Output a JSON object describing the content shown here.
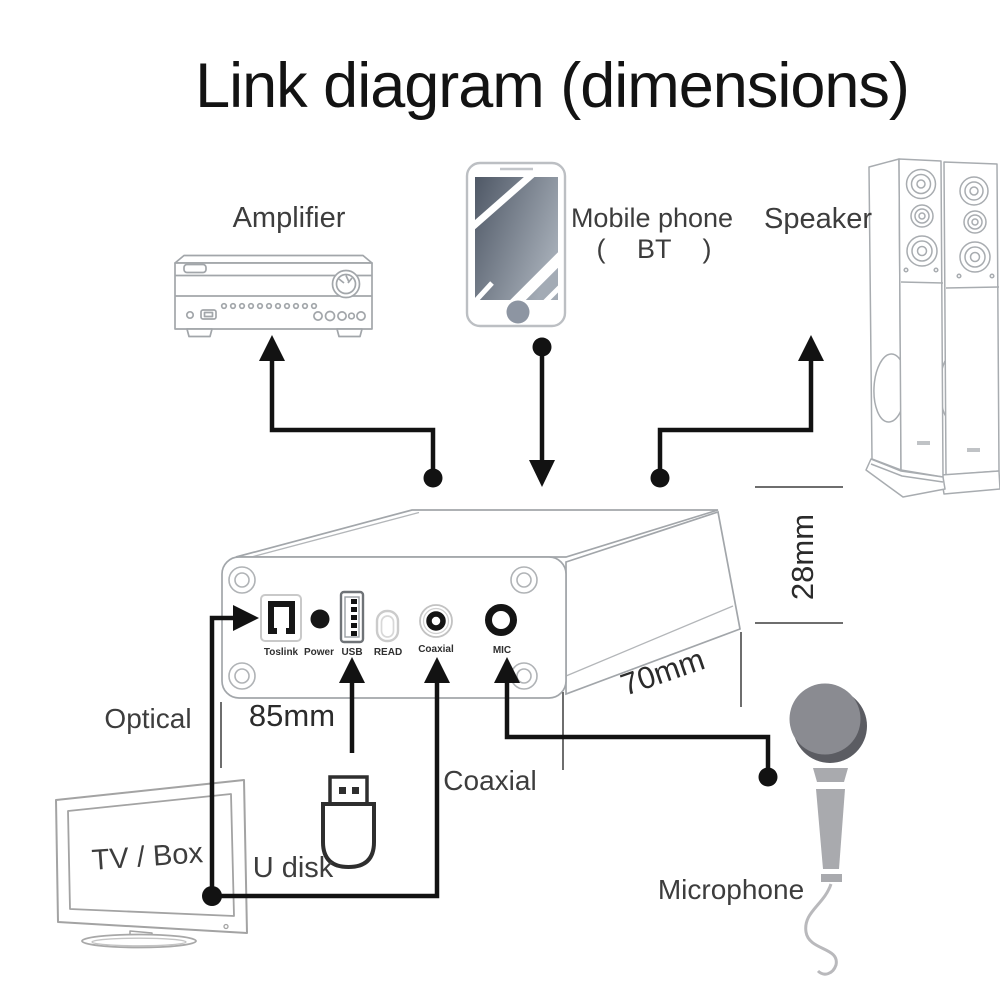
{
  "title": "Link diagram (dimensions)",
  "devices": {
    "amplifier": {
      "label": "Amplifier"
    },
    "mobile_phone": {
      "label": "Mobile phone",
      "bt_label": "( BT )"
    },
    "speaker": {
      "label": "Speaker"
    },
    "tv_box": {
      "label": "TV / Box"
    },
    "u_disk": {
      "label": "U disk"
    },
    "microphone": {
      "label": "Microphone"
    }
  },
  "converter_panel": {
    "ports": {
      "toslink": "Toslink",
      "power": "Power",
      "usb": "USB",
      "read": "READ",
      "coaxial": "Coaxial",
      "mic": "MIC"
    }
  },
  "connection_labels": {
    "optical": "Optical",
    "coaxial": "Coaxial"
  },
  "dimensions": {
    "width": "85mm",
    "depth": "70mm",
    "height": "28mm"
  },
  "colors": {
    "connection_line": "#121212",
    "device_outline": "#a2a6aa",
    "mic_head": "#8a8b91",
    "mic_shadow": "#5b5c62",
    "mic_body": "#a9aaae",
    "phone_screen_dark": "#545e6d",
    "phone_screen_light": "#a3abb5"
  }
}
